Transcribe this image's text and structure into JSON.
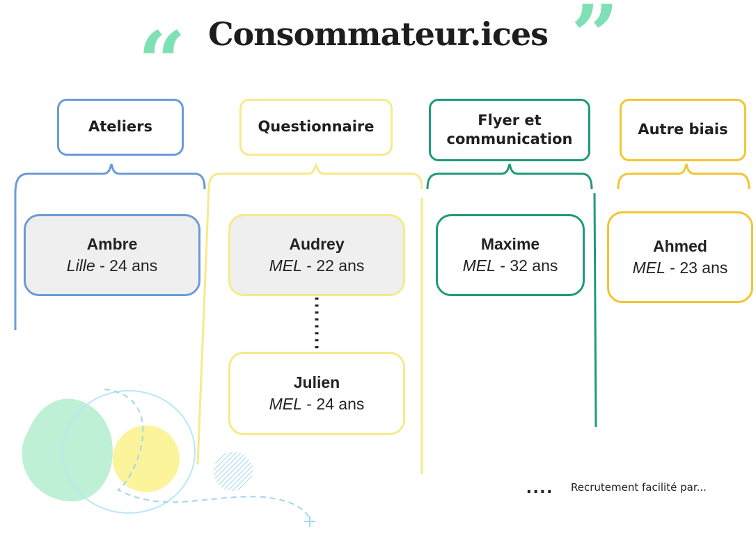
{
  "title": "Consommateur.ices",
  "quotes": {
    "open": "“",
    "close": "”"
  },
  "colors": {
    "blue": "#6b9bd6",
    "yellow": "#f6ea8a",
    "green": "#1e9a79",
    "orange": "#f2c531",
    "mint": "#7fe0b6"
  },
  "categories": [
    {
      "label": "Ateliers",
      "color": "#6b9bd6"
    },
    {
      "label": "Questionnaire",
      "color": "#f6ea8a"
    },
    {
      "label": "Flyer et communication",
      "color": "#1e9a79"
    },
    {
      "label": "Autre biais",
      "color": "#f2c531"
    }
  ],
  "people": [
    {
      "name": "Ambre",
      "location": "Lille",
      "age": " - 24 ans"
    },
    {
      "name": "Audrey",
      "location": "MEL",
      "age": " - 22 ans"
    },
    {
      "name": "Julien",
      "location": "MEL",
      "age": " - 24 ans"
    },
    {
      "name": "Maxime",
      "location": "MEL",
      "age": " - 32 ans"
    },
    {
      "name": "Ahmed",
      "location": "MEL",
      "age": " - 23 ans"
    }
  ],
  "legend": {
    "symbol": "....",
    "text": "Recrutement facilité par..."
  }
}
